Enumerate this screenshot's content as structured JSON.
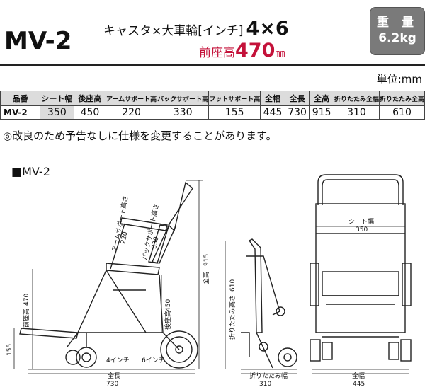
{
  "header": {
    "model": "MV-2",
    "spec_line1_label": "キャスタ×大車輪[インチ]",
    "spec_line1_value": "4×6",
    "spec_line2_label": "前座高",
    "spec_line2_value": "470",
    "spec_line2_unit": "㎜",
    "weight_label": "重 量",
    "weight_value": "6.2kg"
  },
  "unit_label": "単位:mm",
  "table": {
    "headers": [
      "品番",
      "シート幅",
      "後座高",
      "アームサポート高",
      "バックサポート高",
      "フットサポート高",
      "全幅",
      "全長",
      "全高",
      "折りたたみ全幅",
      "折りたたみ全高"
    ],
    "row": [
      "MV-2",
      "350",
      "450",
      "220",
      "330",
      "155",
      "445",
      "730",
      "915",
      "310",
      "610"
    ]
  },
  "note": "◎改良のため予告なしに仕様を変更することがあります。",
  "diagram": {
    "title": "■MV-2",
    "side_labels": {
      "arm_height": "アームサポート高さ",
      "arm_value": "220",
      "back_height": "バックサポート高さ",
      "back_value": "330",
      "total_height": "全高",
      "total_height_value": "915",
      "front_seat": "前座高",
      "front_seat_value": "470",
      "rear_seat": "後座高",
      "rear_seat_value": "450",
      "foot_value": "155",
      "caster": "4インチ",
      "wheel": "6インチ",
      "length": "全長",
      "length_value": "730"
    },
    "folded_labels": {
      "fold_height": "折りたたみ高さ",
      "fold_height_value": "610",
      "fold_width": "折りたたみ幅",
      "fold_width_value": "310"
    },
    "front_labels": {
      "seat_width": "シート幅",
      "seat_width_value": "350",
      "total_width": "全幅",
      "total_width_value": "445"
    }
  }
}
